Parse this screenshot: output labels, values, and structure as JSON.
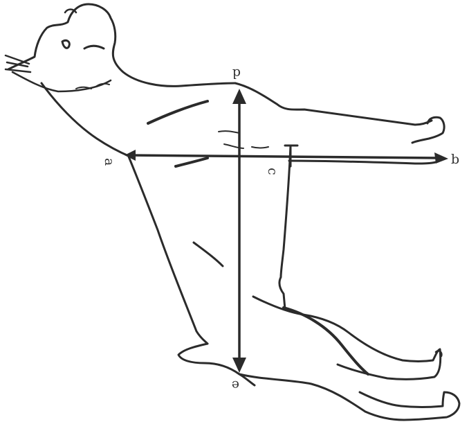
{
  "figure": {
    "ink_color": "#2b2b2b",
    "background": "#ffffff",
    "labels": {
      "a": "a",
      "b": "b",
      "c": "c",
      "d": "d",
      "e": "e"
    }
  }
}
